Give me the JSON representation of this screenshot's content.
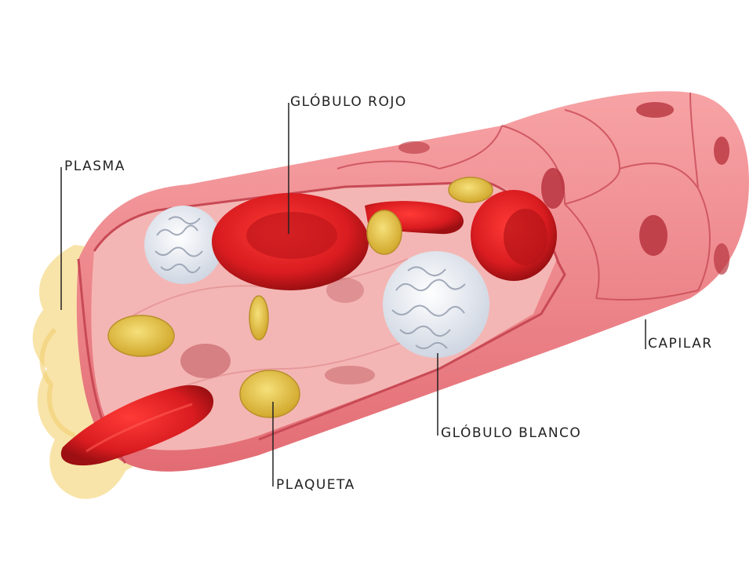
{
  "labels": {
    "plasma": "PLASMA",
    "red_blood_cell": "GLÓBULO ROJO",
    "capillary": "CAPILAR",
    "white_blood_cell": "GLÓBULO BLANCO",
    "platelet": "PLAQUETA"
  },
  "colors": {
    "vessel_outer": "#f0878c",
    "vessel_inner": "#f4b6b4",
    "vessel_edge": "#c84a55",
    "nucleus": "#b8343e",
    "red_cell": "#d91c20",
    "red_cell_dark": "#a80f14",
    "white_cell": "#f2f4f8",
    "platelet": "#e9c94a",
    "plasma": "#f7df9a",
    "leader_line": "#222222"
  }
}
